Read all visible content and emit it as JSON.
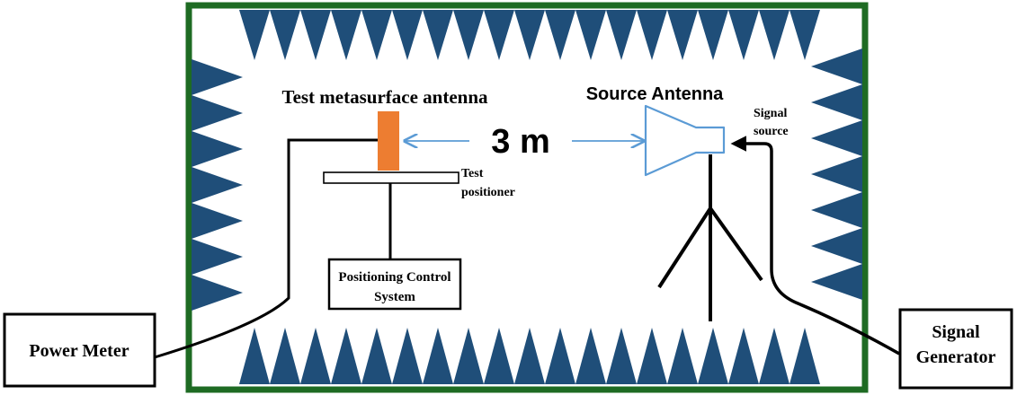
{
  "labels": {
    "test_antenna": "Test metasurface antenna",
    "source_antenna": "Source Antenna",
    "distance": "3 m",
    "signal_source_line1": "Signal",
    "signal_source_line2": "source",
    "test_positioner_line1": "Test",
    "test_positioner_line2": "positioner",
    "positioning_control_line1": "Positioning Control",
    "positioning_control_line2": "System",
    "power_meter": "Power Meter",
    "signal_generator_line1": "Signal",
    "signal_generator_line2": "Generator"
  },
  "colors": {
    "chamber_border": "#1e6b23",
    "absorber": "#1f4e79",
    "antenna_fill": "#ed7d31",
    "arrow": "#5b9bd5",
    "horn_stroke": "#5b9bd5",
    "line": "#000000"
  },
  "icons": {
    "absorber": "triangle-cone",
    "source_antenna": "horn-antenna",
    "stand": "tripod"
  }
}
